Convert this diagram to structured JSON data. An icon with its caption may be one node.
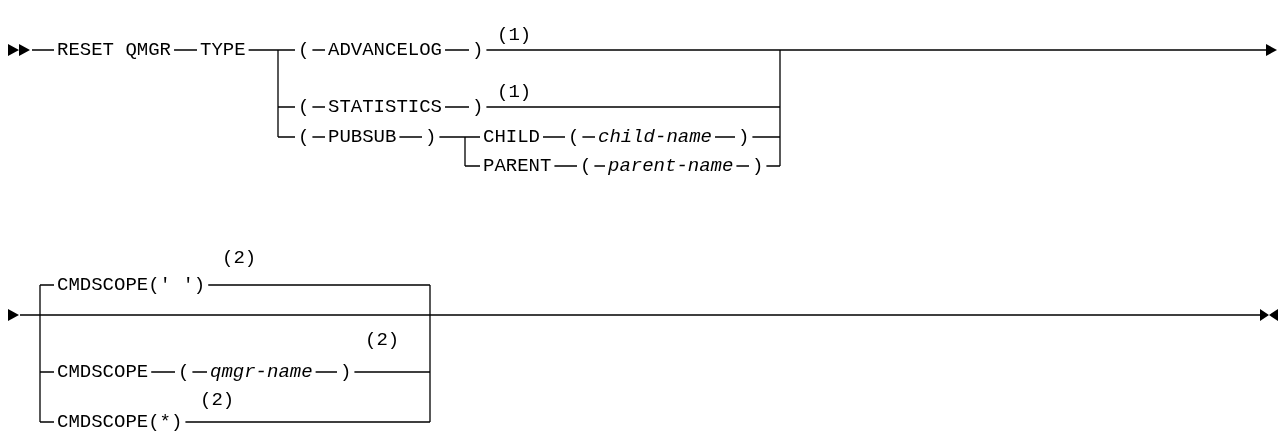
{
  "diagram": {
    "labels": [
      "(1)",
      "RESET QMGR",
      "TYPE",
      "(",
      "ADVANCELOG",
      ")",
      "(1)",
      "(",
      "STATISTICS",
      ")",
      "(",
      "PUBSUB",
      ")",
      "CHILD",
      "(",
      "child-name",
      ")",
      "PARENT",
      "(",
      "parent-name",
      ")",
      "(2)",
      "CMDSCOPE(' ')",
      "(2)",
      "CMDSCOPE",
      "(",
      "qmgr-name",
      ")",
      "(2)",
      "CMDSCOPE(*)"
    ]
  }
}
